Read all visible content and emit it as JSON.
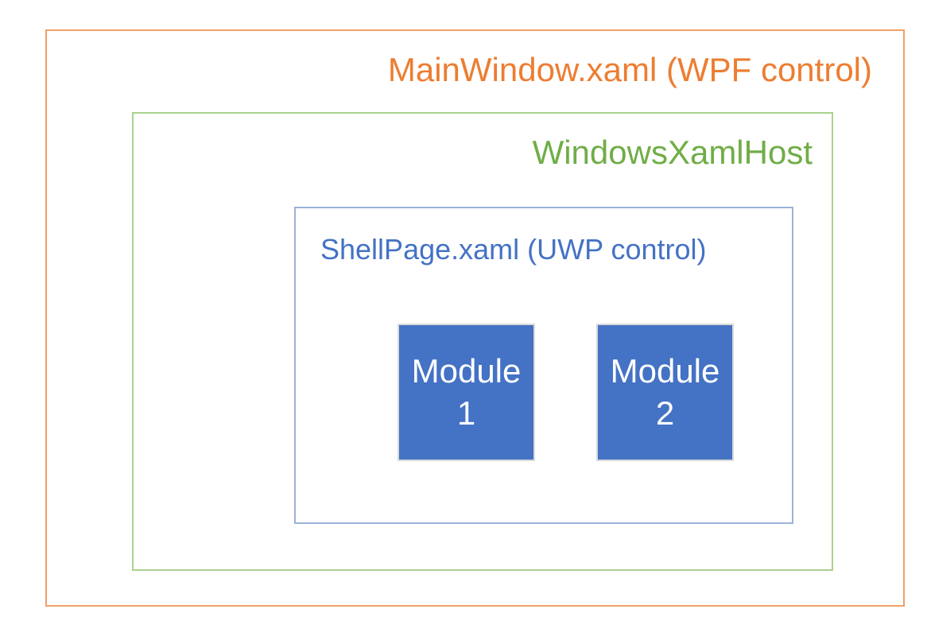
{
  "boxes": {
    "outer": {
      "label": "MainWindow.xaml (WPF control)",
      "text_color": "#ED7D31",
      "border_color": "#F0A066"
    },
    "host": {
      "label": "WindowsXamlHost",
      "text_color": "#70AD47",
      "border_color": "#A9D18E"
    },
    "shell": {
      "label": "ShellPage.xaml (UWP control)",
      "text_color": "#4472C4",
      "border_color": "#9DB3D8"
    }
  },
  "modules": {
    "fill_color": "#4472C4",
    "border_color": "#D9D9D9",
    "text_color": "#FFFFFF",
    "items": [
      {
        "label": "Module\n1"
      },
      {
        "label": "Module\n2"
      }
    ]
  }
}
